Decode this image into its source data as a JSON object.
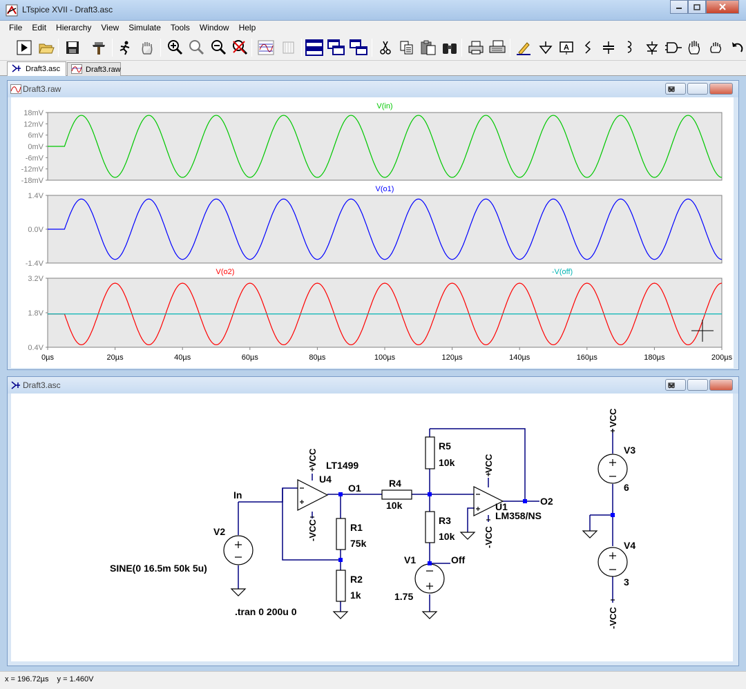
{
  "app": {
    "title": "LTspice XVII - Draft3.asc",
    "window_buttons": [
      "minimize",
      "restore",
      "close"
    ]
  },
  "menu": [
    "File",
    "Edit",
    "Hierarchy",
    "View",
    "Simulate",
    "Tools",
    "Window",
    "Help"
  ],
  "toolbar": [
    "run-icon",
    "open-icon",
    "save-icon",
    "control-panel-icon",
    "run-halt-icon",
    "pan-hand-icon",
    "zoom-in-icon",
    "zoom-area-icon",
    "zoom-out-icon",
    "zoom-fit-icon",
    "autorange-icon",
    "grid-icon",
    "tile-horizontal-icon",
    "cascade-icon",
    "tile-vertical-icon",
    "cut-icon",
    "copy-icon",
    "paste-icon",
    "find-icon",
    "print-icon",
    "print-setup-icon",
    "wire-pencil-icon",
    "ground-icon",
    "label-icon",
    "resistor-icon",
    "capacitor-icon",
    "inductor-icon",
    "diode-icon",
    "component-icon",
    "move-hand-icon",
    "drag-hand-icon",
    "undo-icon"
  ],
  "tabs": [
    {
      "label": "Draft3.asc",
      "active": true,
      "icon": "schematic-icon"
    },
    {
      "label": "Draft3.raw",
      "active": false,
      "icon": "waveform-icon"
    }
  ],
  "plot_window": {
    "title": "Draft3.raw",
    "chart_data": [
      {
        "type": "line",
        "title": "V(in)",
        "color": "#00c800",
        "yticks": [
          "18mV",
          "12mV",
          "6mV",
          "0mV",
          "-6mV",
          "-12mV",
          "-18mV"
        ],
        "ylim": [
          -18,
          18
        ],
        "unit": "mV",
        "series": [
          {
            "name": "V(in)",
            "signal": "sine",
            "amplitude": 16.5,
            "offset": 0,
            "frequency_khz": 50,
            "delay_us": 5
          }
        ]
      },
      {
        "type": "line",
        "title": "V(o1)",
        "color": "#0000ff",
        "yticks": [
          "1.4V",
          "0.0V",
          "-1.4V"
        ],
        "ylim": [
          -1.4,
          1.4
        ],
        "unit": "V",
        "series": [
          {
            "name": "V(o1)",
            "signal": "sine",
            "amplitude": 1.25,
            "offset": 0,
            "frequency_khz": 50,
            "delay_us": 5
          }
        ]
      },
      {
        "type": "line",
        "title": "V(o2)",
        "title2": "-V(off)",
        "color": "#ff0000",
        "color2": "#00b4b4",
        "yticks": [
          "3.2V",
          "1.8V",
          "0.4V"
        ],
        "ylim": [
          0.4,
          3.2
        ],
        "unit": "V",
        "series": [
          {
            "name": "V(o2)",
            "signal": "sine",
            "amplitude": 1.25,
            "offset": 1.75,
            "frequency_khz": 50,
            "delay_us": 5,
            "inverted": true
          },
          {
            "name": "-V(off)",
            "signal": "dc",
            "value": 1.75
          }
        ]
      }
    ],
    "xticks": [
      "0µs",
      "20µs",
      "40µs",
      "60µs",
      "80µs",
      "100µs",
      "120µs",
      "140µs",
      "160µs",
      "180µs",
      "200µs"
    ],
    "xlim": [
      0,
      200
    ]
  },
  "schematic_window": {
    "title": "Draft3.asc",
    "labels": {
      "in": "In",
      "o1": "O1",
      "o2": "O2",
      "off": "Off",
      "v2": "V2",
      "v2_value": "SINE(0 16.5m 50k 5u)",
      "u4": "U4",
      "u4_model": "LT1499",
      "u1": "U1",
      "u1_model": "LM358/NS",
      "r1": "R1",
      "r1_value": "75k",
      "r2": "R2",
      "r2_value": "1k",
      "r3": "R3",
      "r3_value": "10k",
      "r4": "R4",
      "r4_value": "10k",
      "r5": "R5",
      "r5_value": "10k",
      "v1": "V1",
      "v1_value": "1.75",
      "v3": "V3",
      "v3_value": "6",
      "v4": "V4",
      "v4_value": "3",
      "vcc": "VCC",
      "nvcc": "-VCC",
      "tran": ".tran 0 200u 0"
    }
  },
  "status": {
    "x": "x = 196.72µs",
    "y": "y = 1.460V"
  }
}
